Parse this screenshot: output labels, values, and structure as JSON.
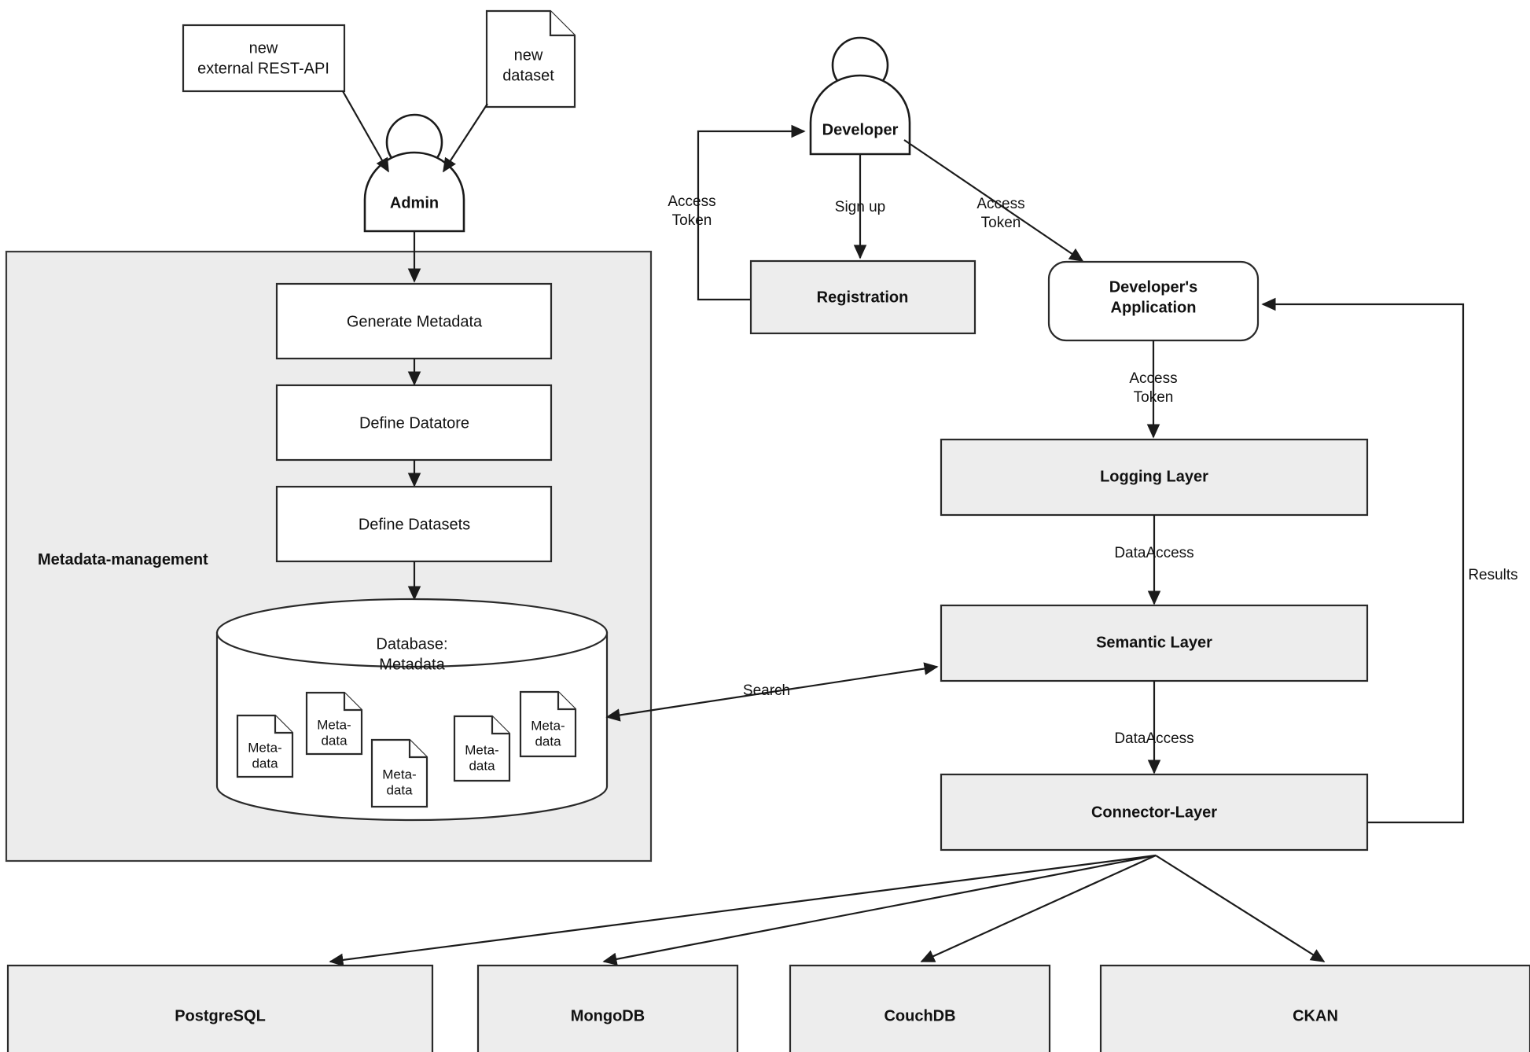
{
  "diagram": {
    "title": "Metadata management and data access architecture",
    "colors": {
      "shape_fill_gray": "#ededed",
      "shape_fill_white": "#ffffff",
      "panel_fill": "#ececec",
      "stroke": "#1b1b1b",
      "background": "#ffffff"
    },
    "inputs": {
      "rest_api": {
        "line1": "new",
        "line2": "external REST-API"
      },
      "dataset": {
        "line1": "new",
        "line2": "dataset"
      }
    },
    "actors": {
      "admin": "Admin",
      "developer": "Developer"
    },
    "panel": {
      "label": "Metadata-management"
    },
    "metadata_steps": [
      {
        "label": "Generate Metadata"
      },
      {
        "label": "Define Datatore"
      },
      {
        "label": "Define Datasets"
      }
    ],
    "database": {
      "line1": "Database:",
      "line2": "Metadata",
      "documents": [
        {
          "line1": "Meta-",
          "line2": "data"
        },
        {
          "line1": "Meta-",
          "line2": "data"
        },
        {
          "line1": "Meta-",
          "line2": "data"
        },
        {
          "line1": "Meta-",
          "line2": "data"
        },
        {
          "line1": "Meta-",
          "line2": "data"
        }
      ]
    },
    "right_nodes": {
      "registration": "Registration",
      "developer_application": {
        "line1": "Developer's",
        "line2": "Application"
      },
      "logging_layer": "Logging Layer",
      "semantic_layer": "Semantic Layer",
      "connector_layer": "Connector-Layer"
    },
    "datastores": [
      {
        "label": "PostgreSQL"
      },
      {
        "label": "MongoDB"
      },
      {
        "label": "CouchDB"
      },
      {
        "label": "CKAN"
      }
    ],
    "edge_labels": {
      "access_token_loop": {
        "line1": "Access",
        "line2": "Token"
      },
      "sign_up": "Sign up",
      "access_token_app": {
        "line1": "Access",
        "line2": "Token"
      },
      "access_token_logging": {
        "line1": "Access",
        "line2": "Token"
      },
      "data_access_semantic": "DataAccess",
      "data_access_connector": "DataAccess",
      "search": "Search",
      "results": "Results"
    }
  }
}
